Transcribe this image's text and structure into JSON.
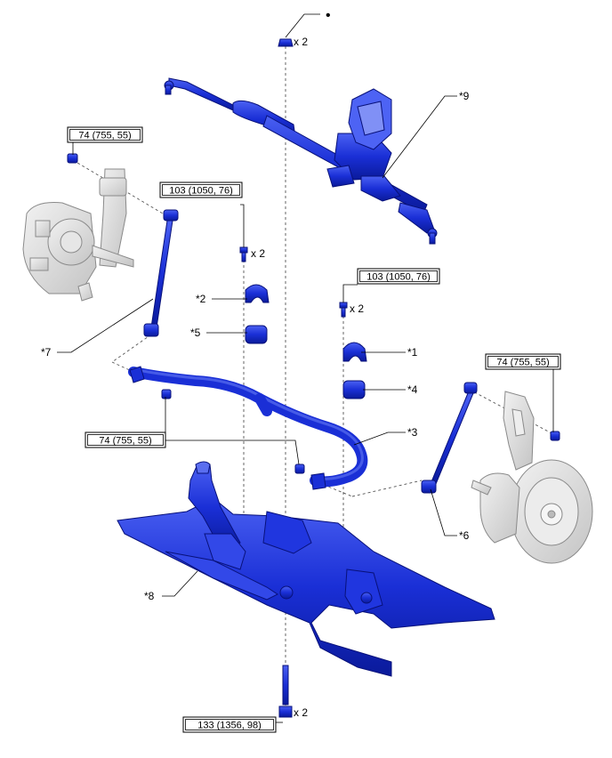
{
  "torque_specs": {
    "tie_rod_end_nut": "74 (755, 55)",
    "bracket_bolt_left": "103 (1050, 76)",
    "bracket_bolt_right": "103 (1050, 76)",
    "link_nut_right": "74 (755, 55)",
    "stabilizer_link_nut": "74 (755, 55)",
    "crossmember_bolt": "133 (1356, 98)"
  },
  "quantities": {
    "top_nut": "x 2",
    "left_bolt": "x 2",
    "right_bolt": "x 2",
    "bottom_bolt": "x 2"
  },
  "callouts": {
    "c1": "*1",
    "c2": "*2",
    "c3": "*3",
    "c4": "*4",
    "c5": "*5",
    "c6": "*6",
    "c7": "*7",
    "c8": "*8",
    "c9": "*9"
  },
  "colors": {
    "part_blue": "#1a2fd6",
    "part_dark": "#0a1a9a",
    "part_light": "#5a6ef0",
    "ghost_gray": "#d8d8d8",
    "ghost_line": "#9a9a9a"
  },
  "markers": {
    "non_reusable": "•"
  }
}
